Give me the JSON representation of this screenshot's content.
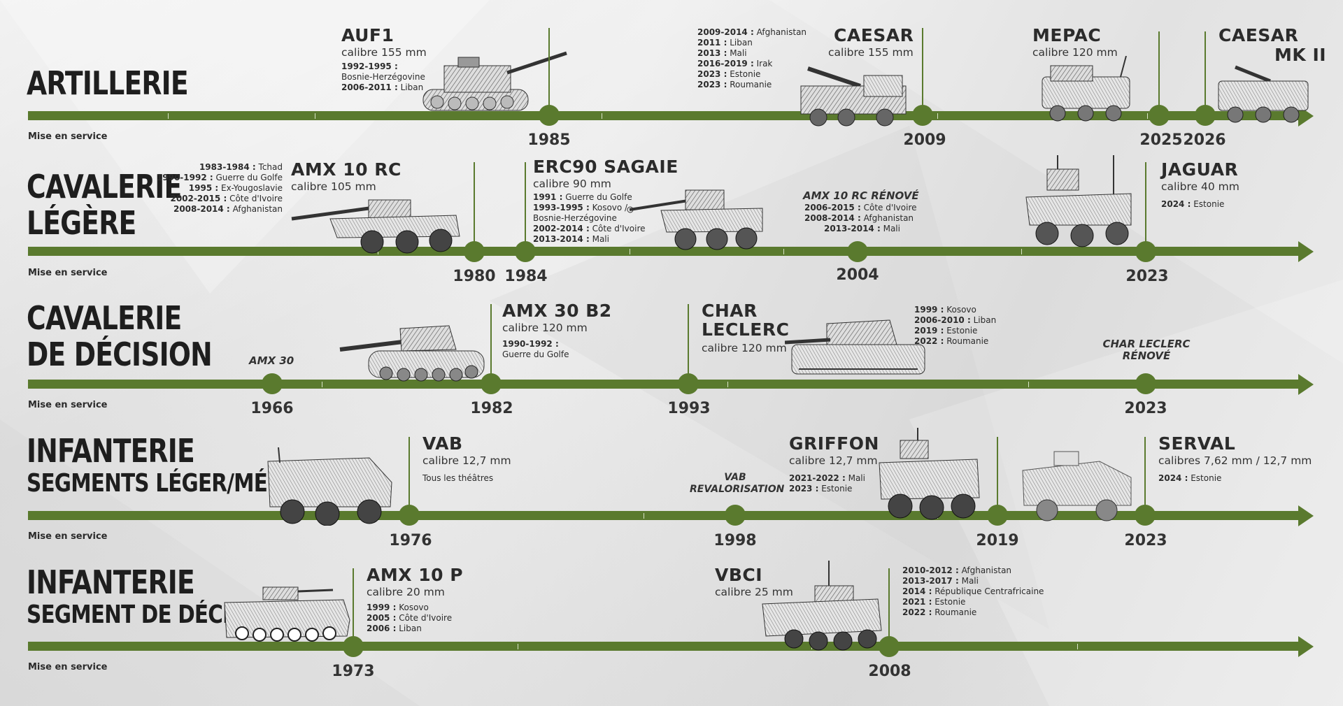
{
  "colors": {
    "axis": "#5a7a2e",
    "text": "#2b2b2b",
    "background": "#e6e6e6"
  },
  "service_label": "Mise en service",
  "rows": {
    "artillerie": {
      "title": [
        "ARTILLERIE"
      ],
      "years": [
        "1985",
        "2009",
        "2025",
        "2026"
      ],
      "vehicles": {
        "auf1": {
          "name": "AUF1",
          "caliber": "calibre 155 mm",
          "ops": [
            {
              "d": "1992-1995 :",
              "t": ""
            },
            {
              "d": "",
              "t": "Bosnie-Herzégovine"
            },
            {
              "d": "2006-2011 :",
              "t": "Liban"
            }
          ]
        },
        "caesar": {
          "name": "CAESAR",
          "caliber": "calibre 155 mm",
          "ops": [
            {
              "d": "2009-2014 :",
              "t": "Afghanistan"
            },
            {
              "d": "2011 :",
              "t": "Liban"
            },
            {
              "d": "2013 :",
              "t": "Mali"
            },
            {
              "d": "2016-2019 :",
              "t": "Irak"
            },
            {
              "d": "2023 :",
              "t": "Estonie"
            },
            {
              "d": "2023 :",
              "t": "Roumanie"
            }
          ]
        },
        "mepac": {
          "name": "MEPAC",
          "caliber": "calibre 120 mm"
        },
        "caesar2": {
          "name1": "CAESAR",
          "name2": "MK II"
        }
      }
    },
    "cav_legere": {
      "title": [
        "CAVALERIE",
        "LÉGÈRE"
      ],
      "years": [
        "1980",
        "1984",
        "2004",
        "2023"
      ],
      "vehicles": {
        "amx10rc": {
          "name": "AMX 10 RC",
          "caliber": "calibre 105 mm",
          "ops": [
            {
              "d": "1983-1984 :",
              "t": "Tchad"
            },
            {
              "d": "1990-1992 :",
              "t": "Guerre du Golfe"
            },
            {
              "d": "1995 :",
              "t": "Ex-Yougoslavie"
            },
            {
              "d": "2002-2015 :",
              "t": "Côte d'Ivoire"
            },
            {
              "d": "2008-2014 :",
              "t": "Afghanistan"
            }
          ]
        },
        "erc90": {
          "name": "ERC90 SAGAIE",
          "caliber": "calibre 90 mm",
          "ops": [
            {
              "d": "1991 :",
              "t": "Guerre du Golfe"
            },
            {
              "d": "1993-1995 :",
              "t": "Kosovo /"
            },
            {
              "d": "",
              "t": "Bosnie-Herzégovine"
            },
            {
              "d": "2002-2014 :",
              "t": "Côte d'Ivoire"
            },
            {
              "d": "2013-2014 :",
              "t": "Mali"
            }
          ]
        },
        "amx10rc_renove": {
          "name": "AMX 10 RC RÉNOVÉ",
          "ops": [
            {
              "d": "2006-2015 :",
              "t": "Côte d'Ivoire"
            },
            {
              "d": "2008-2014 :",
              "t": "Afghanistan"
            },
            {
              "d": "2013-2014 :",
              "t": "Mali"
            }
          ]
        },
        "jaguar": {
          "name": "JAGUAR",
          "caliber": "calibre 40 mm",
          "ops": [
            {
              "d": "2024 :",
              "t": "Estonie"
            }
          ]
        }
      }
    },
    "cav_decision": {
      "title": [
        "CAVALERIE",
        "DE DÉCISION"
      ],
      "years": [
        "1966",
        "1982",
        "1993",
        "2023"
      ],
      "vehicles": {
        "amx30": {
          "name": "AMX 30"
        },
        "amx30b2": {
          "name": "AMX 30 B2",
          "caliber": "calibre 120 mm",
          "ops": [
            {
              "d": "1990-1992 :",
              "t": ""
            },
            {
              "d": "",
              "t": "Guerre du Golfe"
            }
          ]
        },
        "leclerc": {
          "name1": "CHAR",
          "name2": "LECLERC",
          "caliber": "calibre 120 mm",
          "ops": [
            {
              "d": "1999 :",
              "t": "Kosovo"
            },
            {
              "d": "2006-2010 :",
              "t": "Liban"
            },
            {
              "d": "2019 :",
              "t": "Estonie"
            },
            {
              "d": "2022 :",
              "t": "Roumanie"
            }
          ]
        },
        "leclerc_renove": {
          "name1": "CHAR LECLERC",
          "name2": "RÉNOVÉ"
        }
      }
    },
    "inf_leger": {
      "title": [
        "INFANTERIE",
        "SEGMENTS LÉGER/MÉDIAN"
      ],
      "years": [
        "1976",
        "1998",
        "2019",
        "2023"
      ],
      "vehicles": {
        "vab": {
          "name": "VAB",
          "caliber": "calibre 12,7 mm",
          "note": "Tous les théâtres"
        },
        "vab_reval": {
          "name1": "VAB",
          "name2": "REVALORISATION"
        },
        "griffon": {
          "name": "GRIFFON",
          "caliber": "calibre 12,7 mm",
          "ops": [
            {
              "d": "2021-2022 :",
              "t": "Mali"
            },
            {
              "d": "2023 :",
              "t": "Estonie"
            }
          ]
        },
        "serval": {
          "name": "SERVAL",
          "caliber": "calibres 7,62 mm / 12,7 mm",
          "ops": [
            {
              "d": "2024 :",
              "t": "Estonie"
            }
          ]
        }
      }
    },
    "inf_decision": {
      "title": [
        "INFANTERIE",
        "SEGMENT DE DÉCISION"
      ],
      "years": [
        "1973",
        "2008"
      ],
      "vehicles": {
        "amx10p": {
          "name": "AMX 10 P",
          "caliber": "calibre 20 mm",
          "ops": [
            {
              "d": "1999 :",
              "t": "Kosovo"
            },
            {
              "d": "2005 :",
              "t": "Côte d'Ivoire"
            },
            {
              "d": "2006 :",
              "t": "Liban"
            }
          ]
        },
        "vbci": {
          "name": "VBCI",
          "caliber": "calibre 25 mm",
          "ops": [
            {
              "d": "2010-2012 :",
              "t": "Afghanistan"
            },
            {
              "d": "2013-2017 :",
              "t": "Mali"
            },
            {
              "d": "2014 :",
              "t": "République Centrafricaine"
            },
            {
              "d": "2021 :",
              "t": "Estonie"
            },
            {
              "d": "2022 :",
              "t": "Roumanie"
            }
          ]
        }
      }
    }
  }
}
